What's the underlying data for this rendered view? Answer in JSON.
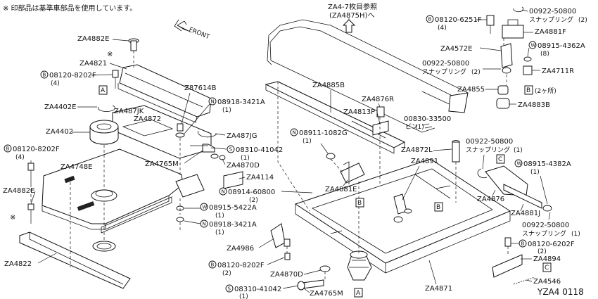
{
  "note": "※ 印部品は基準車部品を使用しています。",
  "front_label": "FRONT",
  "diagram_code": "YZA4 0118",
  "ref_note": {
    "line1": "ZA4-7枚目参照",
    "line2": "(ZA4875H)へ"
  },
  "snap_ring": "スナップリング",
  "pin": "ピン",
  "places": "(2ヶ所)",
  "prefix": {
    "B": "B",
    "N": "N",
    "W": "W",
    "S": "S"
  },
  "box_letters": {
    "A": "A",
    "B": "B",
    "C": "C"
  },
  "asterisk": "※",
  "parts": {
    "za4882e": "ZA4882E",
    "za4821": "ZA4821",
    "b08120_8202f": "08120-8202F",
    "q4": "(4)",
    "q2": "(2)",
    "q1": "(1)",
    "q8": "(8)",
    "za4402e": "ZA4402E",
    "za4402": "ZA4402",
    "za487jk": "ZA487JK",
    "za4872": "ZA4872",
    "z87614b": "Z87614B",
    "n08918_3421a": "08918-3421A",
    "za487jg": "ZA487JG",
    "s08310_41042": "08310-41042",
    "za4748e": "ZA4748E",
    "za4765m": "ZA4765M",
    "za4870d": "ZA4870D",
    "za4114": "ZA4114",
    "n08914_60800": "08914-60800",
    "w08915_5422a": "08915-5422A",
    "za4986": "ZA4986",
    "za4822": "ZA4822",
    "za4885b": "ZA4885B",
    "za4876r": "ZA4876R",
    "za4813p": "ZA4813P",
    "n08911_1082g": "08911-1082G",
    "za4881e": "ZA4881E",
    "za4872l": "ZA4872L",
    "za4891": "ZA4891",
    "p00830_33500": "00830-33500",
    "p00922_50800": "00922-50800",
    "b08120_6251f": "08120-6251F",
    "za4881f": "ZA4881F",
    "za4572e": "ZA4572E",
    "w08915_4362a": "08915-4362A",
    "za4711r": "ZA4711R",
    "za4855": "ZA4855",
    "za4883b": "ZA4883B",
    "w08915_4382a": "08915-4382A",
    "za4876": "ZA4876",
    "za4881j": "ZA4881J",
    "b08120_6202f": "08120-6202F",
    "za4894": "ZA4894",
    "za4546": "ZA4546",
    "za4871": "ZA4871"
  }
}
